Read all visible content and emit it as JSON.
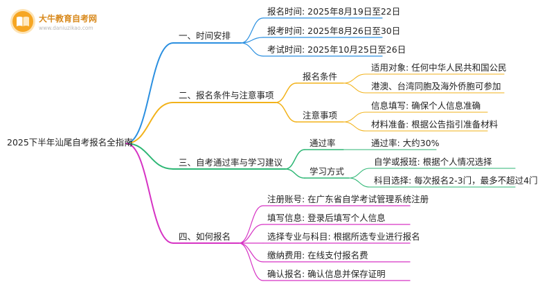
{
  "logo": {
    "name": "大牛教育自考网",
    "url": "www.daniuzikao.com",
    "color": "#f6a623"
  },
  "root": {
    "label": "2025下半年汕尾自考报名全指南"
  },
  "colors": {
    "time": "#2a8fe0",
    "conditions": "#f2b21a",
    "pass": "#2bb673",
    "howto": "#d633c4"
  },
  "branches": {
    "time": {
      "label": "一、时间安排",
      "items": [
        "报名时间: 2025年8月19日至22日",
        "报考时间: 2025年8月26日至30日",
        "考试时间: 2025年10月25日至26日"
      ]
    },
    "conditions": {
      "label": "二、报名条件与注意事项",
      "sub": [
        {
          "label": "报名条件",
          "items": [
            "适用对象: 任何中华人民共和国公民",
            "港澳、台湾同胞及海外侨胞可参加"
          ]
        },
        {
          "label": "注意事项",
          "items": [
            "信息填写: 确保个人信息准确",
            "材料准备: 根据公告指引准备材料"
          ]
        }
      ]
    },
    "pass": {
      "label": "三、自考通过率与学习建议",
      "sub": [
        {
          "label": "通过率",
          "items": [
            "通过率: 大约30%"
          ]
        },
        {
          "label": "学习方式",
          "items": [
            "自学或报班: 根据个人情况选择",
            "科目选择: 每次报名2-3门，最多不超过4门"
          ]
        }
      ]
    },
    "howto": {
      "label": "四、如何报名",
      "items": [
        "注册账号: 在广东省自学考试管理系统注册",
        "填写信息: 登录后填写个人信息",
        "选择专业与科目: 根据所选专业进行报名",
        "缴纳费用: 在线支付报名费",
        "确认报名: 确认信息并保存证明"
      ]
    }
  }
}
